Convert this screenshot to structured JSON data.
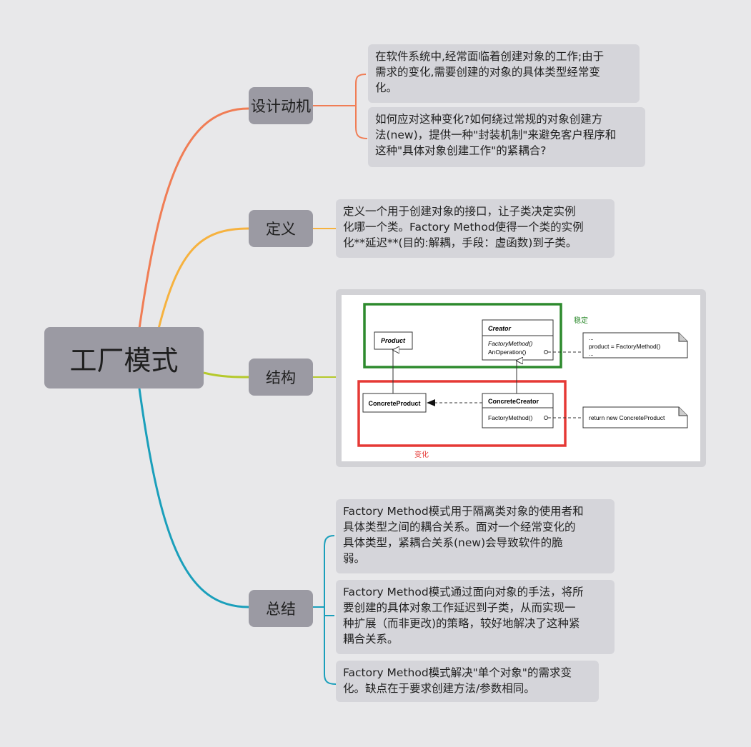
{
  "root": {
    "label": "工厂模式"
  },
  "branches": [
    {
      "label": "设计动机",
      "color": "#f07d55"
    },
    {
      "label": "定义",
      "color": "#f6b23f"
    },
    {
      "label": "结构",
      "color": "#b5c92b"
    },
    {
      "label": "总结",
      "color": "#1a9fbb"
    }
  ],
  "motivation": {
    "notes": [
      " 在软件系统中,经常面临着创建对象的工作;由于\n需求的变化,需要创建的对象的具体类型经常变\n化。",
      "如何应对这种变化?如何绕过常规的对象创建方\n法(new)，提供一种\"封装机制\"来避免客户程序和\n这种\"具体对象创建工作\"的紧耦合?"
    ]
  },
  "definition": {
    "notes": [
      "定义一个用于创建对象的接口，让子类决定实例\n化哪一个类。Factory Method使得一个类的实例\n化**延迟**(目的:解耦，手段：虚函数)到子类。"
    ]
  },
  "structure": {
    "stable_label": "稳定",
    "change_label": "变化",
    "stable_color": "#2d8a2d",
    "change_color": "#e53935",
    "classes": {
      "product": "Product",
      "creator": "Creator",
      "creator_methods": [
        "FactoryMethod()",
        "AnOperation()"
      ],
      "concrete_product": "ConcreteProduct",
      "concrete_creator": "ConcreteCreator",
      "concrete_creator_methods": [
        "FactoryMethod()"
      ]
    },
    "note_top": [
      "...",
      "product = FactoryMethod()",
      "..."
    ],
    "note_bottom": "return new ConcreteProduct"
  },
  "summary": {
    "notes": [
      "Factory Method模式用于隔离类对象的使用者和\n具体类型之间的耦合关系。面对一个经常变化的\n具体类型，紧耦合关系(new)会导致软件的脆\n弱。",
      "Factory Method模式通过面向对象的手法，将所\n要创建的具体对象工作延迟到子类，从而实现一\n种扩展（而非更改)的策略，较好地解决了这种紧\n耦合关系。",
      "Factory Method模式解决\"单个对象\"的需求变\n化。缺点在于要求创建方法/参数相同。"
    ]
  }
}
